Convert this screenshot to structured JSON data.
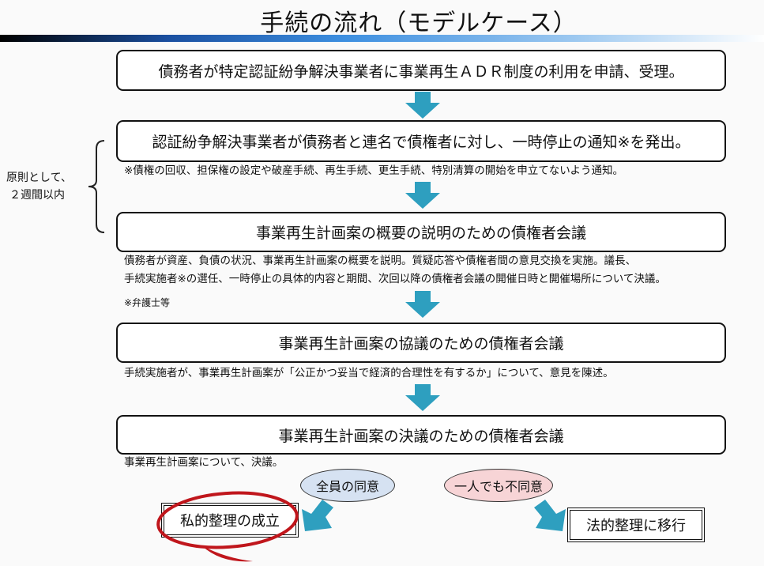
{
  "title": "手続の流れ（モデルケース）",
  "steps": [
    {
      "label": "債務者が特定認証紛争解決事業者に事業再生ＡＤＲ制度の利用を申請、受理。"
    },
    {
      "label": "認証紛争解決事業者が債務者と連名で債権者に対し、一時停止の通知※を発出。",
      "note": "※債権の回収、担保権の設定や破産手続、再生手続、更生手続、特別清算の開始を申立てないよう通知。"
    },
    {
      "label": "事業再生計画案の概要の説明のための債権者会議",
      "note": "債務者が資産、負債の状況、事業再生計画案の概要を説明。質疑応答や債権者間の意見交換を実施。議長、",
      "note2": "手続実施者※の選任、一時停止の具体的内容と期間、次回以降の債権者会議の開催日時と開催場所について決議。",
      "note3": "※弁護士等"
    },
    {
      "label": "事業再生計画案の協議のための債権者会議",
      "note": "手続実施者が、事業再生計画案が「公正かつ妥当で経済的合理性を有するか」について、意見を陳述。"
    },
    {
      "label": "事業再生計画案の決議のための債権者会議",
      "note": "事業再生計画案について、決議。"
    }
  ],
  "side": {
    "line1": "原則として、",
    "line2": "２週間以内"
  },
  "outcomes": {
    "agree": "全員の同意",
    "disagree": "一人でも不同意",
    "success": "私的整理の成立",
    "legal": "法的整理に移行"
  },
  "colors": {
    "arrow": "#2e9fbf",
    "agree": "#d6e2f2",
    "disagree": "#f7d4d6",
    "highlight": "#c0161c"
  }
}
